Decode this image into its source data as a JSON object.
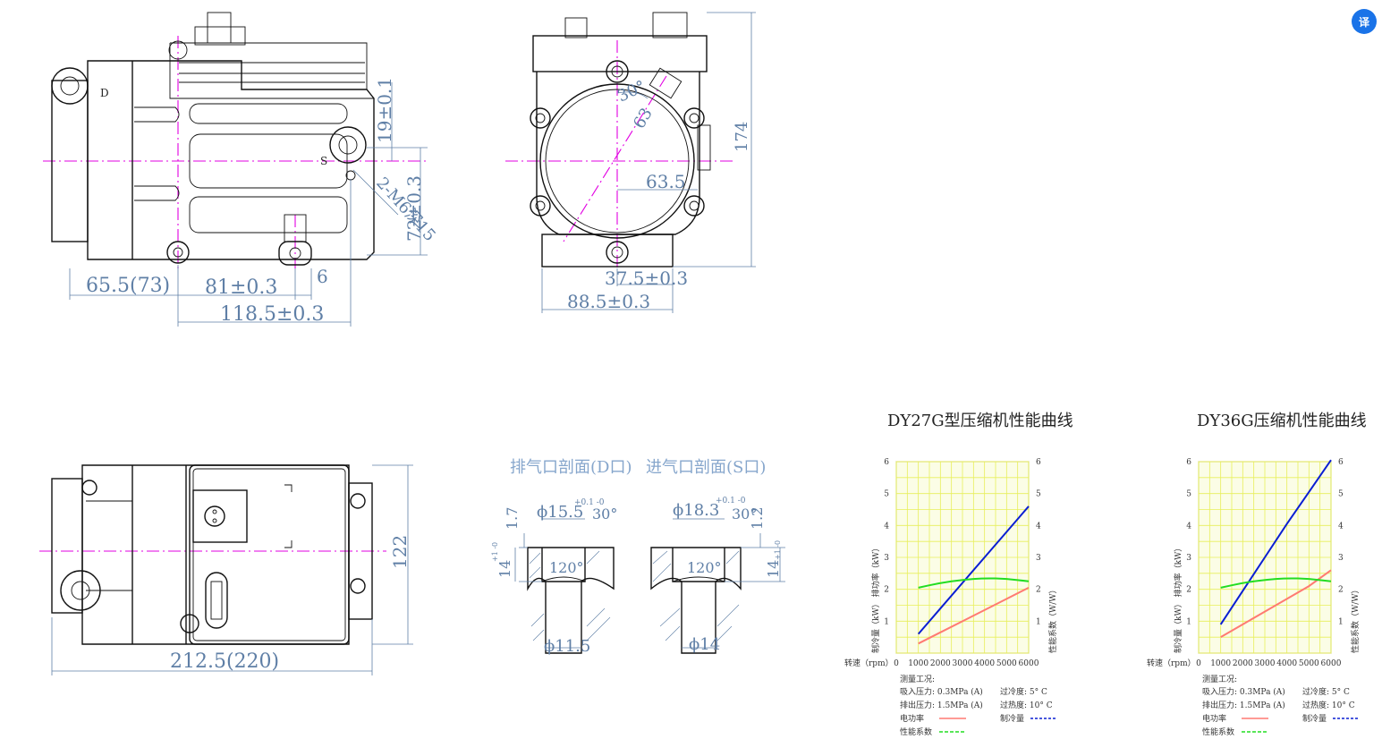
{
  "side_view": {
    "port_d": "D",
    "port_s": "S",
    "dim_top_19": "19±0.1",
    "dim_m6": "2-M6深15",
    "dim_left_73": "65.5(73)",
    "dim_81": "81±0.3",
    "dim_6": "6",
    "dim_1185": "118.5±0.3",
    "dim_right_72": "72±0.3"
  },
  "front_view": {
    "dim_30": "30°",
    "dim_63b": "63",
    "dim_635": "63.5",
    "dim_174": "174",
    "dim_375": "37.5±0.3",
    "dim_885": "88.5±0.3"
  },
  "bottom_view": {
    "dim_2125": "212.5(220)",
    "dim_122": "122"
  },
  "sections": {
    "discharge_title": "排气口剖面(D口)",
    "suction_title": "进气口剖面(S口)",
    "d_phi_top": "ϕ15.5",
    "d_tol": "+0.1 -0",
    "d_angle": "30°",
    "d_17": "1.7",
    "d_14": "14",
    "d_14_tol": "+1 -0",
    "d_120": "120°",
    "d_phi_bottom": "ϕ11.5",
    "s_phi_top": "ϕ18.3",
    "s_tol": "+0.1 -0",
    "s_angle": "30°",
    "s_12": "1.2",
    "s_14": "14",
    "s_14_tol": "+1 -0",
    "s_120": "120°",
    "s_phi_bottom": "ϕ14"
  },
  "chart_data": [
    {
      "type": "line",
      "title": "DY27G型压缩机性能曲线",
      "xlabel": "转速（rpm）",
      "ylabel_left": "制冷量（kW） 排功率（kW）",
      "ylabel_right": "性能系数（W/W）",
      "x": [
        1000,
        2000,
        3000,
        4000,
        5000,
        6000
      ],
      "x_ticks": [
        "0",
        "1000",
        "2000",
        "3000",
        "4000",
        "5000",
        "6000"
      ],
      "y_ticks": [
        "1",
        "2",
        "3",
        "4",
        "5",
        "6"
      ],
      "xlim": [
        0,
        6000
      ],
      "ylim": [
        0,
        6
      ],
      "series": [
        {
          "name": "制冷量",
          "color": "#0a1ed2",
          "values": [
            0.6,
            1.4,
            2.2,
            3.0,
            3.8,
            4.6
          ]
        },
        {
          "name": "电功率",
          "color": "#ff7a72",
          "values": [
            0.3,
            0.65,
            1.0,
            1.35,
            1.7,
            2.05
          ]
        },
        {
          "name": "性能系数",
          "color": "#22dd22",
          "values": [
            2.05,
            2.2,
            2.3,
            2.35,
            2.33,
            2.25
          ]
        }
      ],
      "grid": true,
      "conditions": {
        "heading": "测量工况:",
        "suction": "吸入压力: 0.3MPa (A)",
        "discharge": "排出压力: 1.5MPa (A)",
        "subcool": "过冷度: 5° C",
        "superheat": "过热度: 10° C",
        "legend_power": "电功率",
        "legend_cop": "性能系数",
        "legend_cooling": "制冷量"
      }
    },
    {
      "type": "line",
      "title": "DY36G压缩机性能曲线",
      "xlabel": "转速（rpm）",
      "ylabel_left": "制冷量（kW） 排功率（kW）",
      "ylabel_right": "性能系数（W/W）",
      "x": [
        1000,
        2000,
        3000,
        4000,
        5000,
        6000
      ],
      "x_ticks": [
        "0",
        "1000",
        "2000",
        "3000",
        "4000",
        "5000",
        "6000"
      ],
      "y_ticks": [
        "1",
        "2",
        "3",
        "4",
        "5",
        "6"
      ],
      "xlim": [
        0,
        6000
      ],
      "ylim": [
        0,
        6
      ],
      "series": [
        {
          "name": "制冷量",
          "color": "#0a1ed2",
          "values": [
            0.9,
            1.95,
            3.0,
            4.05,
            5.05,
            6.05
          ]
        },
        {
          "name": "电功率",
          "color": "#ff7a72",
          "values": [
            0.5,
            0.9,
            1.3,
            1.7,
            2.1,
            2.6
          ]
        },
        {
          "name": "性能系数",
          "color": "#22dd22",
          "values": [
            2.05,
            2.2,
            2.3,
            2.35,
            2.33,
            2.25
          ]
        }
      ],
      "grid": true,
      "conditions": {
        "heading": "测量工况:",
        "suction": "吸入压力: 0.3MPa (A)",
        "discharge": "排出压力: 1.5MPa (A)",
        "subcool": "过冷度: 5° C",
        "superheat": "过热度: 10° C",
        "legend_power": "电功率",
        "legend_cop": "性能系数",
        "legend_cooling": "制冷量"
      }
    }
  ],
  "icons": {
    "corner": "translate-icon"
  },
  "colors": {
    "centerline": "#e200e2",
    "dimension": "#5f7fa6",
    "grid": "#e8ef5a"
  }
}
